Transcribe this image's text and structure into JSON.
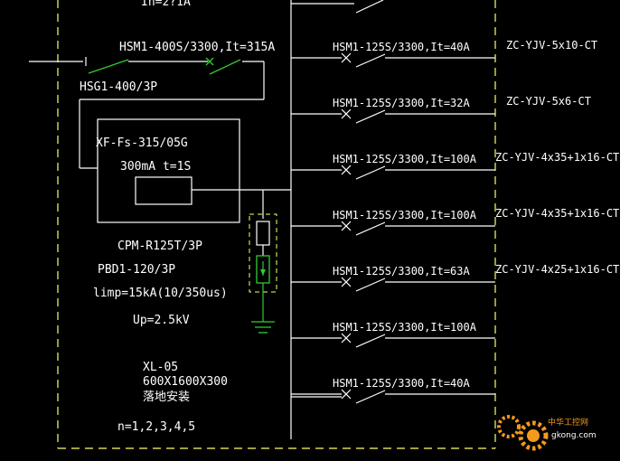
{
  "colors": {
    "background": "#000000",
    "line": "#ffffff",
    "switch_green": "#33cc33",
    "border_yellow": "#ffff66",
    "surge_green": "#33cc33",
    "watermark_orange": "#f39a1e"
  },
  "top_cut_label": "In=2?1A",
  "main_breaker": {
    "label": "HSM1-400S/3300,It=315A",
    "isolator": "HSG1-400/3P"
  },
  "rcd": {
    "label": "XF-Fs-315/05G",
    "setting": "300mA  t=1S"
  },
  "spd": {
    "model": "CPM-R125T/3P",
    "backup": "PBD1-120/3P",
    "limp": "limp=15kA(10/350us)",
    "up": "Up=2.5kV"
  },
  "panel": {
    "name": "XL-05",
    "size": "600X1600X300",
    "install": "落地安装",
    "circuits": "n=1,2,3,4,5"
  },
  "branches": [
    {
      "breaker": "HSM1-125S/3300,It=40A",
      "cable": "ZC-YJV-5x10-CT"
    },
    {
      "breaker": "HSM1-125S/3300,It=32A",
      "cable": "ZC-YJV-5x6-CT"
    },
    {
      "breaker": "HSM1-125S/3300,It=100A",
      "cable": "ZC-YJV-4x35+1x16-CT"
    },
    {
      "breaker": "HSM1-125S/3300,It=100A",
      "cable": "ZC-YJV-4x35+1x16-CT"
    },
    {
      "breaker": "HSM1-125S/3300,It=63A",
      "cable": "ZC-YJV-4x25+1x16-CT"
    },
    {
      "breaker": "HSM1-125S/3300,It=100A",
      "cable": ""
    },
    {
      "breaker": "HSM1-125S/3300,It=40A",
      "cable": ""
    }
  ],
  "watermark": {
    "cn": "中华工控网",
    "url": "gkong.com"
  }
}
